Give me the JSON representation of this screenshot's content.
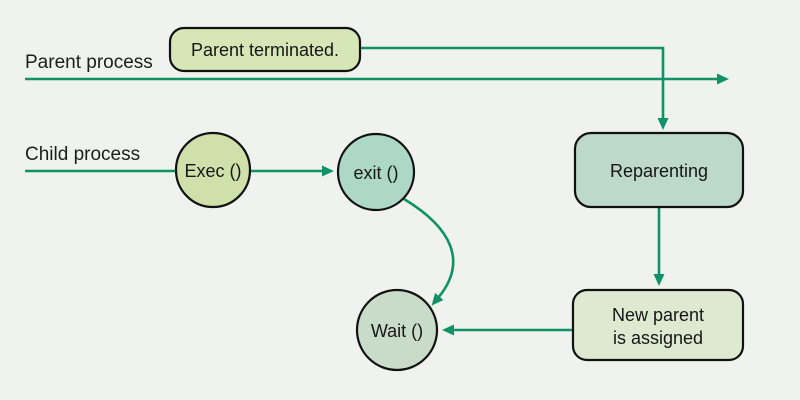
{
  "diagram": {
    "type": "flow-state-diagram",
    "subject": "process lifecycle: parent termination and child reparenting"
  },
  "lanes": {
    "parent_label": "Parent process",
    "child_label": "Child process"
  },
  "nodes": {
    "parent_terminated": {
      "label": "Parent terminated.",
      "shape": "rounded-rect"
    },
    "exec": {
      "label": "Exec ()",
      "shape": "circle"
    },
    "exit": {
      "label": "exit ()",
      "shape": "circle"
    },
    "reparenting": {
      "label": "Reparenting",
      "shape": "rounded-rect"
    },
    "wait": {
      "label": "Wait ()",
      "shape": "circle"
    },
    "new_parent": {
      "label_line1": "New parent",
      "label_line2": "is assigned",
      "shape": "rounded-rect"
    }
  },
  "edges": [
    "parent-process-timeline → right arrow",
    "child-process-timeline → Exec ()",
    "Exec () → exit ()",
    "Parent terminated. → Reparenting",
    "Reparenting → New parent is assigned",
    "New parent is assigned → Wait ()",
    "exit () → Wait () (curved)"
  ],
  "colors": {
    "background": "#f0f2ef",
    "arrow": "#0f9268",
    "node_border": "#111111",
    "text": "#1d1d1d",
    "parent_terminated_fill": "#d6e6b6",
    "exec_fill": "#cfe0ab",
    "exit_fill": "#aed8c6",
    "reparenting_fill": "#bcd9c9",
    "wait_fill": "#c9dcc9",
    "new_parent_fill": "#dde9d0"
  }
}
